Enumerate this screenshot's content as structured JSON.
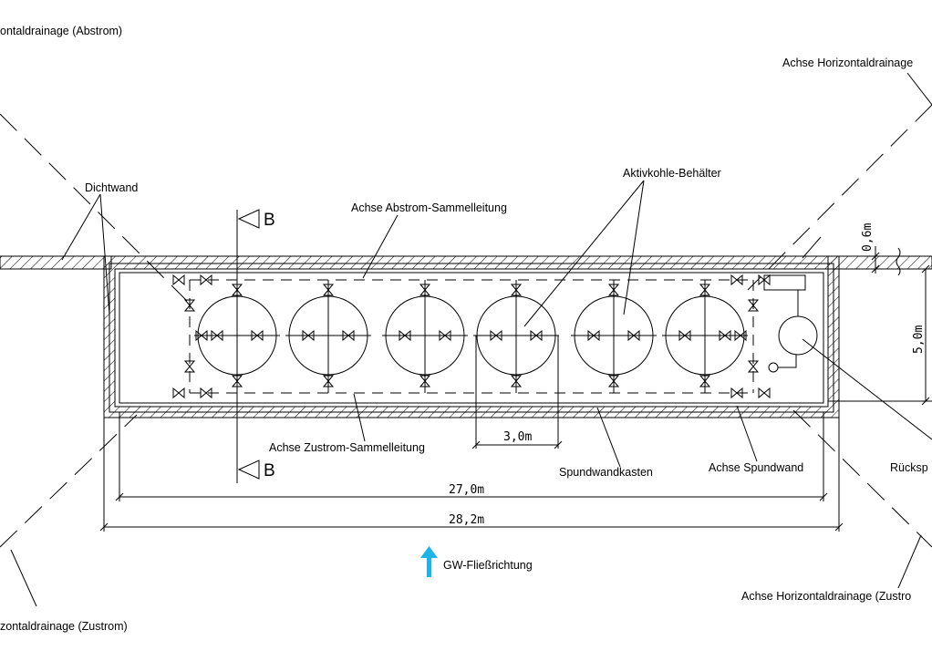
{
  "labels": {
    "drain_abstrom_left": "ontaldrainage (Abstrom)",
    "drain_abstrom_right": "Achse Horizontaldrainage",
    "drain_zustrom_left": "zontaldrainage (Zustrom)",
    "drain_zustrom_right": "Achse Horizontaldrainage (Zustro",
    "dichtwand": "Dichtwand",
    "abstrom_sammelleitung": "Achse Abstrom-Sammelleitung",
    "aktivkohle": "Aktivkohle-Behälter",
    "zustrom_sammelleitung": "Achse Zustrom-Sammelleitung",
    "spundwandkasten": "Spundwandkasten",
    "achse_spundwand": "Achse Spundwand",
    "rueckspuel": "Rücksp",
    "gw_flow": "GW-Fließrichtung",
    "section_top": "B",
    "section_bottom": "B"
  },
  "dimensions": {
    "wall": "0,6m",
    "width": "5,0m",
    "tank_spacing": "3,0m",
    "inner_length": "27,0m",
    "outer_length": "28,2m"
  },
  "colors": {
    "line": "#000000",
    "flow_arrow": "#1EB4E6"
  }
}
